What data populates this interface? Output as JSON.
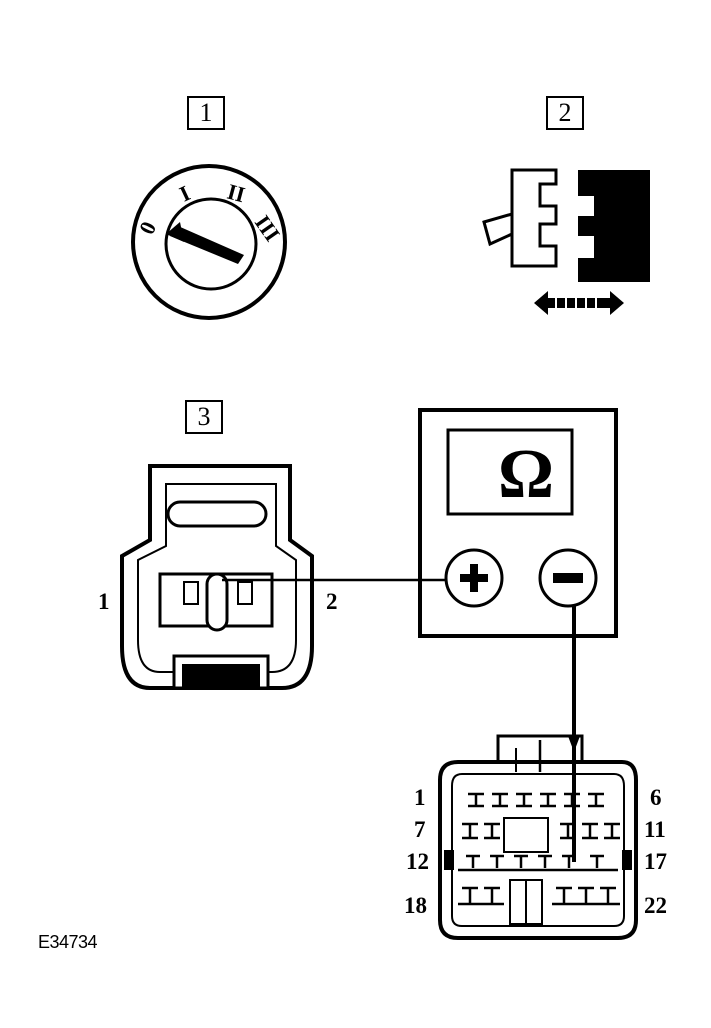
{
  "steps": [
    "1",
    "2",
    "3"
  ],
  "ignition_positions": [
    "0",
    "I",
    "II",
    "III"
  ],
  "meter": {
    "unit_symbol": "Ω",
    "plus_symbol": "+",
    "minus_symbol": "−"
  },
  "sensor_connector": {
    "pin_left": "1",
    "pin_right": "2"
  },
  "harness_connector": {
    "row_labels_left": [
      "1",
      "7",
      "12",
      "18"
    ],
    "row_labels_right": [
      "6",
      "11",
      "17",
      "22"
    ]
  },
  "reference_code": "E34734"
}
